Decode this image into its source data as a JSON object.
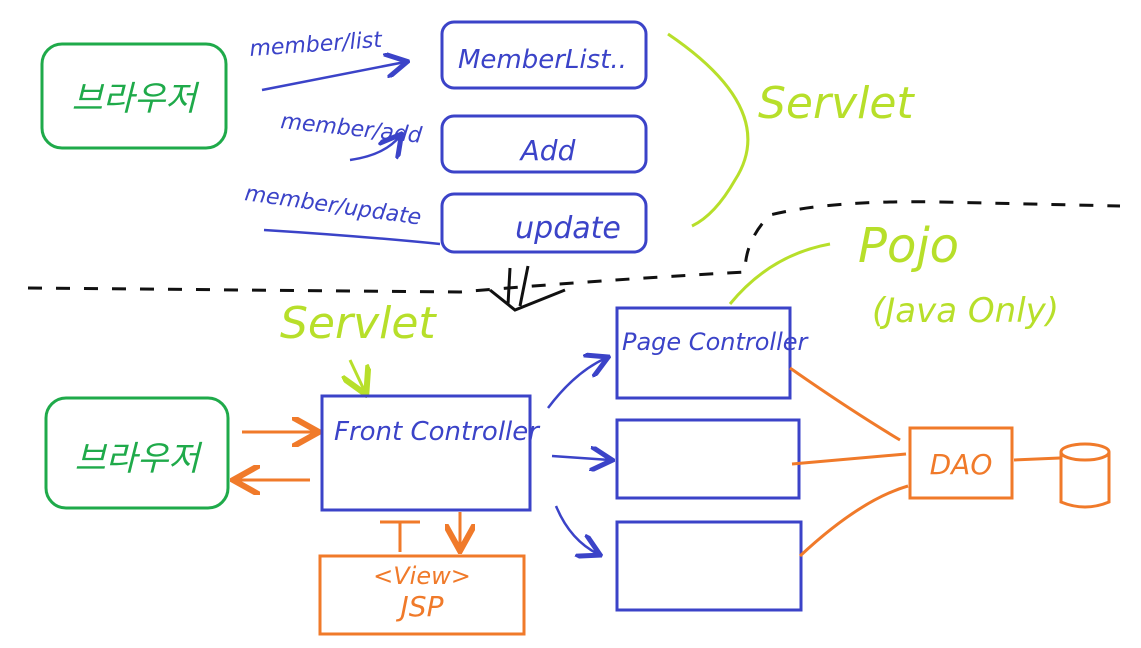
{
  "top": {
    "client_label": "브라우저",
    "routes": [
      {
        "url": "member/list",
        "servlet": "MemberList.."
      },
      {
        "url": "member/add",
        "servlet": "Add"
      },
      {
        "url": "member/update",
        "servlet": "update"
      }
    ],
    "group_label": "Servlet"
  },
  "bottom": {
    "client_label": "브라우저",
    "servlet_label": "Servlet",
    "front_controller": "Front Controller",
    "page_controller": "Page Controller",
    "pojo_label": "Pojo",
    "pojo_sub": "(Java Only)",
    "view_label": "<View>",
    "jsp_label": "JSP",
    "dao_label": "DAO"
  },
  "colors": {
    "blue": "#3b43c8",
    "green": "#1faa4a",
    "lime": "#b7df2a",
    "orange": "#f07a2a",
    "black": "#111111"
  }
}
